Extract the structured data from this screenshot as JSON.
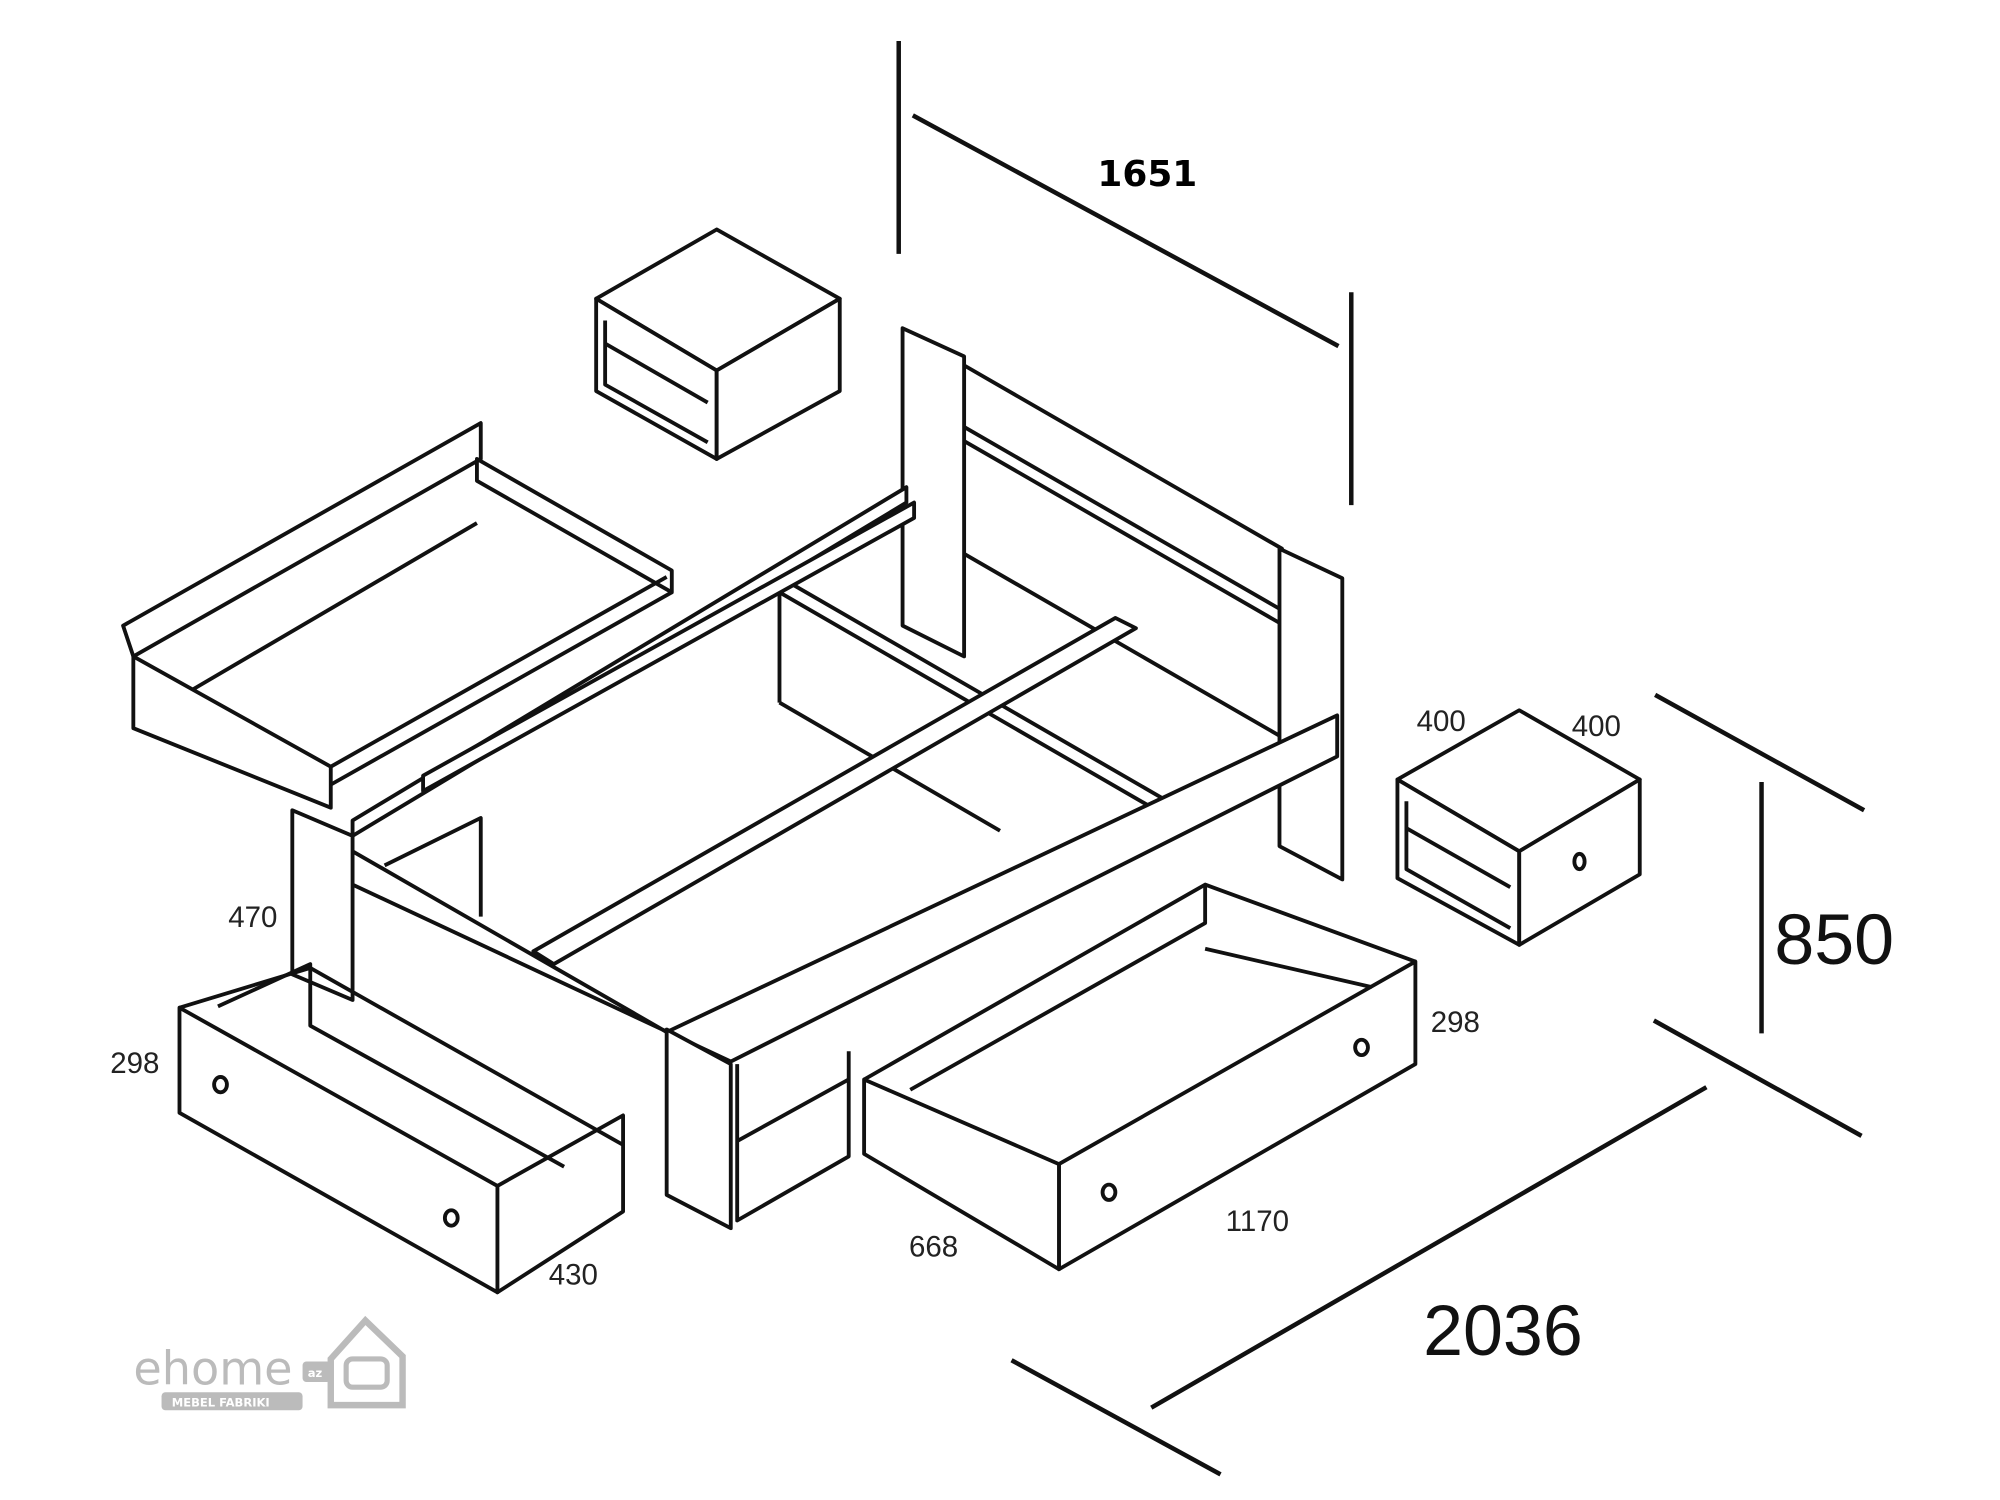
{
  "dimensions": {
    "headboard_width": "1651",
    "overall_length": "2036",
    "overall_height": "850",
    "nightstand_width": "400",
    "nightstand_depth": "400",
    "side_height": "470",
    "left_drawer_height": "298",
    "right_drawer_height": "298",
    "left_drawer_depth": "430",
    "right_drawer_depth": "668",
    "right_drawer_length": "1170"
  },
  "logo": {
    "name": "ehome",
    "suffix": "az",
    "tagline": "MEBEL FABRIKI"
  }
}
